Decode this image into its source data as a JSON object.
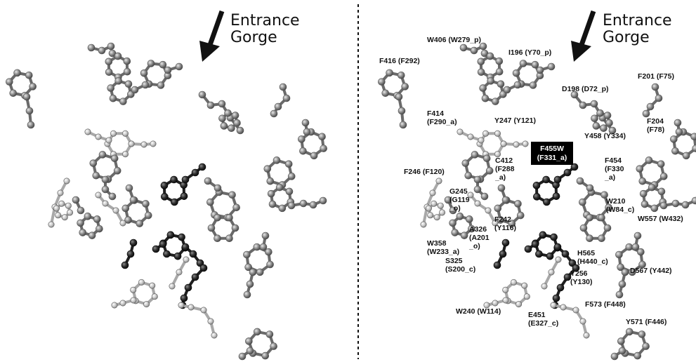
{
  "panels": [
    {
      "id": "left",
      "entrance_line1": "Entrance",
      "entrance_line2": "Gorge",
      "labels": []
    },
    {
      "id": "right",
      "entrance_line1": "Entrance",
      "entrance_line2": "Gorge",
      "labels": [
        [
          "W406 (W279_p)"
        ],
        [
          "I196 (Y70_p)"
        ],
        [
          "F416 (F292)"
        ],
        [
          "D198 (D72_p)"
        ],
        [
          "F201 (F75)"
        ],
        [
          "F414",
          "(F290_a)"
        ],
        [
          "Y247 (Y121)"
        ],
        [
          "F204",
          "(F78)"
        ],
        [
          "Y458 (Y334)"
        ],
        [
          "F246 (F120)"
        ],
        [
          "C412",
          "(F288",
          "_a)"
        ],
        [
          "F454",
          "(F330",
          "_a)"
        ],
        [
          "G245",
          "(G119",
          "_o)"
        ],
        [
          "W210",
          "(W84_c)"
        ],
        [
          "W557 (W432)"
        ],
        [
          "F242",
          "(Y116)"
        ],
        [
          "A326",
          "(A201",
          "_o)"
        ],
        [
          "W358",
          "(W233_a)"
        ],
        [
          "H565",
          "(H440_c)"
        ],
        [
          "S325",
          "(S200_c)"
        ],
        [
          "D567 (Y442)"
        ],
        [
          "Y256",
          "(Y130)"
        ],
        [
          "F573 (F448)"
        ],
        [
          "W240 (W114)"
        ],
        [
          "E451",
          "(E327_c)"
        ],
        [
          "Y571 (F446)"
        ]
      ],
      "highlight_label": [
        "F455W",
        "(F331_a)"
      ]
    }
  ],
  "colors": {
    "divider": "#111111",
    "atom_dark": "#2b2b2b",
    "atom_mid": "#8a8a8a",
    "atom_light": "#c4c4c4",
    "highlight_bg": "#000000"
  }
}
